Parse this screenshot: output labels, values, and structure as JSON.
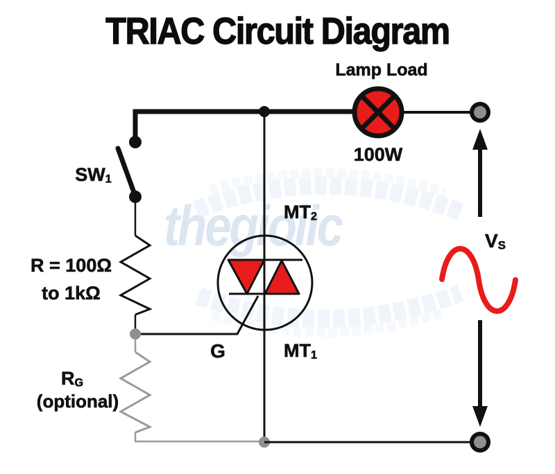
{
  "title": "TRIAC Circuit Diagram",
  "watermark": {
    "text": "thegioiic"
  },
  "colors": {
    "accent_red": "#e81c1a",
    "wire_black": "#111111",
    "wire_gray": "#9a9a9a",
    "node_gray": "#8f8f8f",
    "watermark_blue": "#b9cfe5"
  },
  "labels": {
    "lamp_load": "Lamp Load",
    "lamp_power": "100W",
    "switch": {
      "main": "SW",
      "sub": "1"
    },
    "series_resistor_line1": "R = 100Ω",
    "series_resistor_line2": "to 1kΩ",
    "gate_resistor": {
      "main": "R",
      "sub": "G"
    },
    "gate_resistor_note": "(optional)",
    "triac_mt2": {
      "main": "MT",
      "sub": "2"
    },
    "triac_mt1": {
      "main": "MT",
      "sub": "1"
    },
    "triac_gate": "G",
    "supply_voltage": {
      "main": "V",
      "sub": "S"
    }
  }
}
